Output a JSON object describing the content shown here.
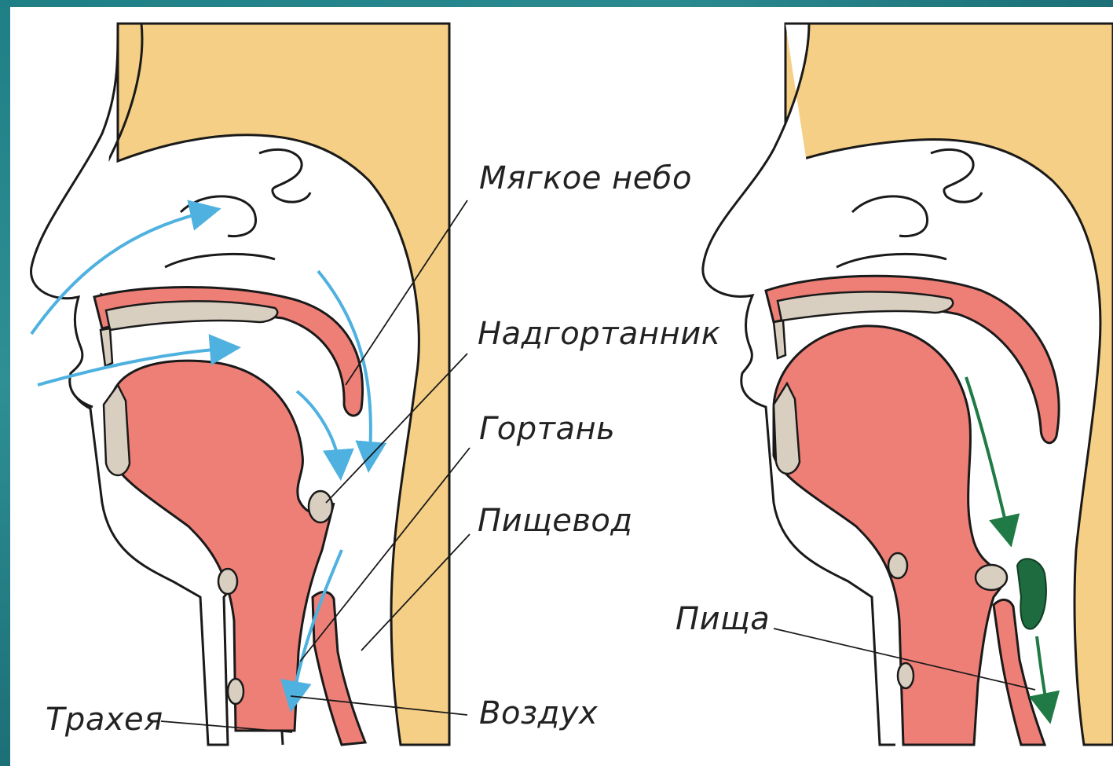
{
  "labels": {
    "soft_palate": "Мягкое небо",
    "epiglottis": "Надгортанник",
    "larynx": "Гортань",
    "esophagus": "Пищевод",
    "trachea": "Трахея",
    "air": "Воздух",
    "food": "Пища"
  },
  "colors": {
    "frame": "#1f7f86",
    "tissue_tan": "#f5cf85",
    "muscle_red": "#ee7f77",
    "bone_gray": "#d8cfc0",
    "outline": "#1a1a1a",
    "air_arrow": "#4fb1df",
    "food_arrow": "#1f7a45",
    "food_bolus": "#1d6b3e"
  }
}
